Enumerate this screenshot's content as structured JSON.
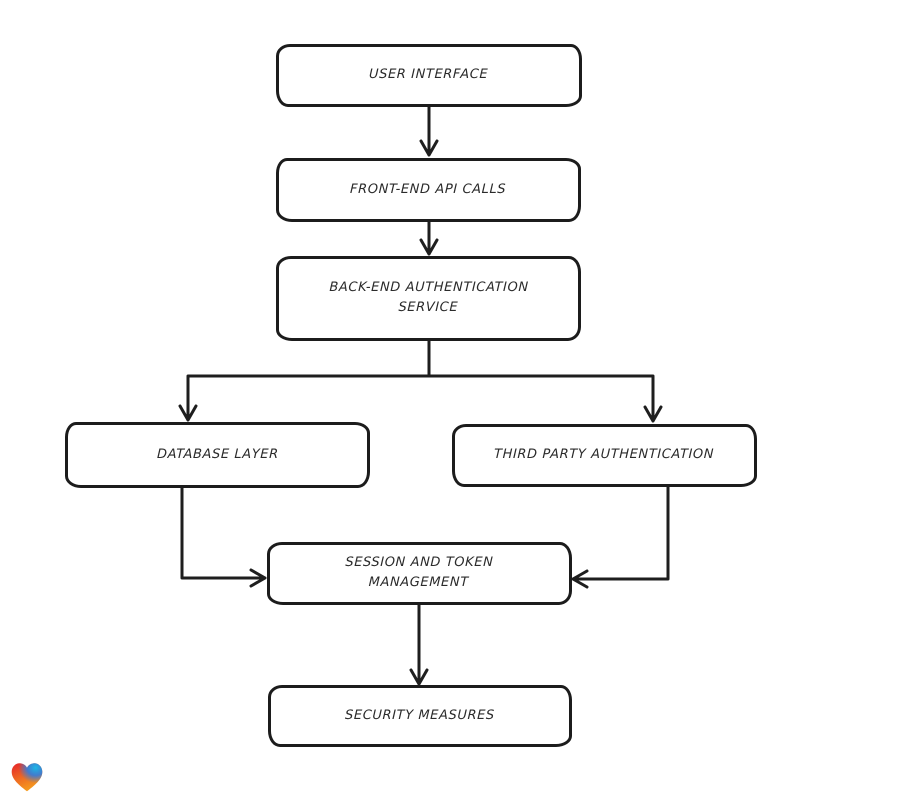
{
  "canvas": {
    "background_color": "#ffffff",
    "stroke_color": "#1e1e1e",
    "text_color": "#2b2b2b",
    "node_fill_color": "#ffffff"
  },
  "diagram": {
    "type": "flowchart",
    "nodes": [
      {
        "id": "user-interface",
        "label": "USER INTERFACE"
      },
      {
        "id": "front-end-api-calls",
        "label": "FRONT-END API CALLS"
      },
      {
        "id": "back-end-authentication-service",
        "label": "BACK-END AUTHENTICATION\nSERVICE"
      },
      {
        "id": "database-layer",
        "label": "DATABASE LAYER"
      },
      {
        "id": "third-party-authentication",
        "label": "THIRD PARTY AUTHENTICATION"
      },
      {
        "id": "session-and-token-management",
        "label": "SESSION AND TOKEN\nMANAGEMENT"
      },
      {
        "id": "security-measures",
        "label": "SECURITY MEASURES"
      }
    ],
    "edges": [
      {
        "from": "user-interface",
        "to": "front-end-api-calls",
        "style": "arrow"
      },
      {
        "from": "front-end-api-calls",
        "to": "back-end-authentication-service",
        "style": "arrow"
      },
      {
        "from": "back-end-authentication-service",
        "to": "database-layer",
        "style": "arrow"
      },
      {
        "from": "back-end-authentication-service",
        "to": "third-party-authentication",
        "style": "arrow"
      },
      {
        "from": "database-layer",
        "to": "session-and-token-management",
        "style": "arrow"
      },
      {
        "from": "third-party-authentication",
        "to": "session-and-token-management",
        "style": "arrow"
      },
      {
        "from": "session-and-token-management",
        "to": "security-measures",
        "style": "arrow"
      }
    ]
  },
  "branding": {
    "logo_name": "whimsical-heart-logo",
    "logo_colors": {
      "red": "#e5232b",
      "orange": "#f59b1e",
      "cyan": "#1cb7e5",
      "blue": "#2f7de0"
    }
  }
}
